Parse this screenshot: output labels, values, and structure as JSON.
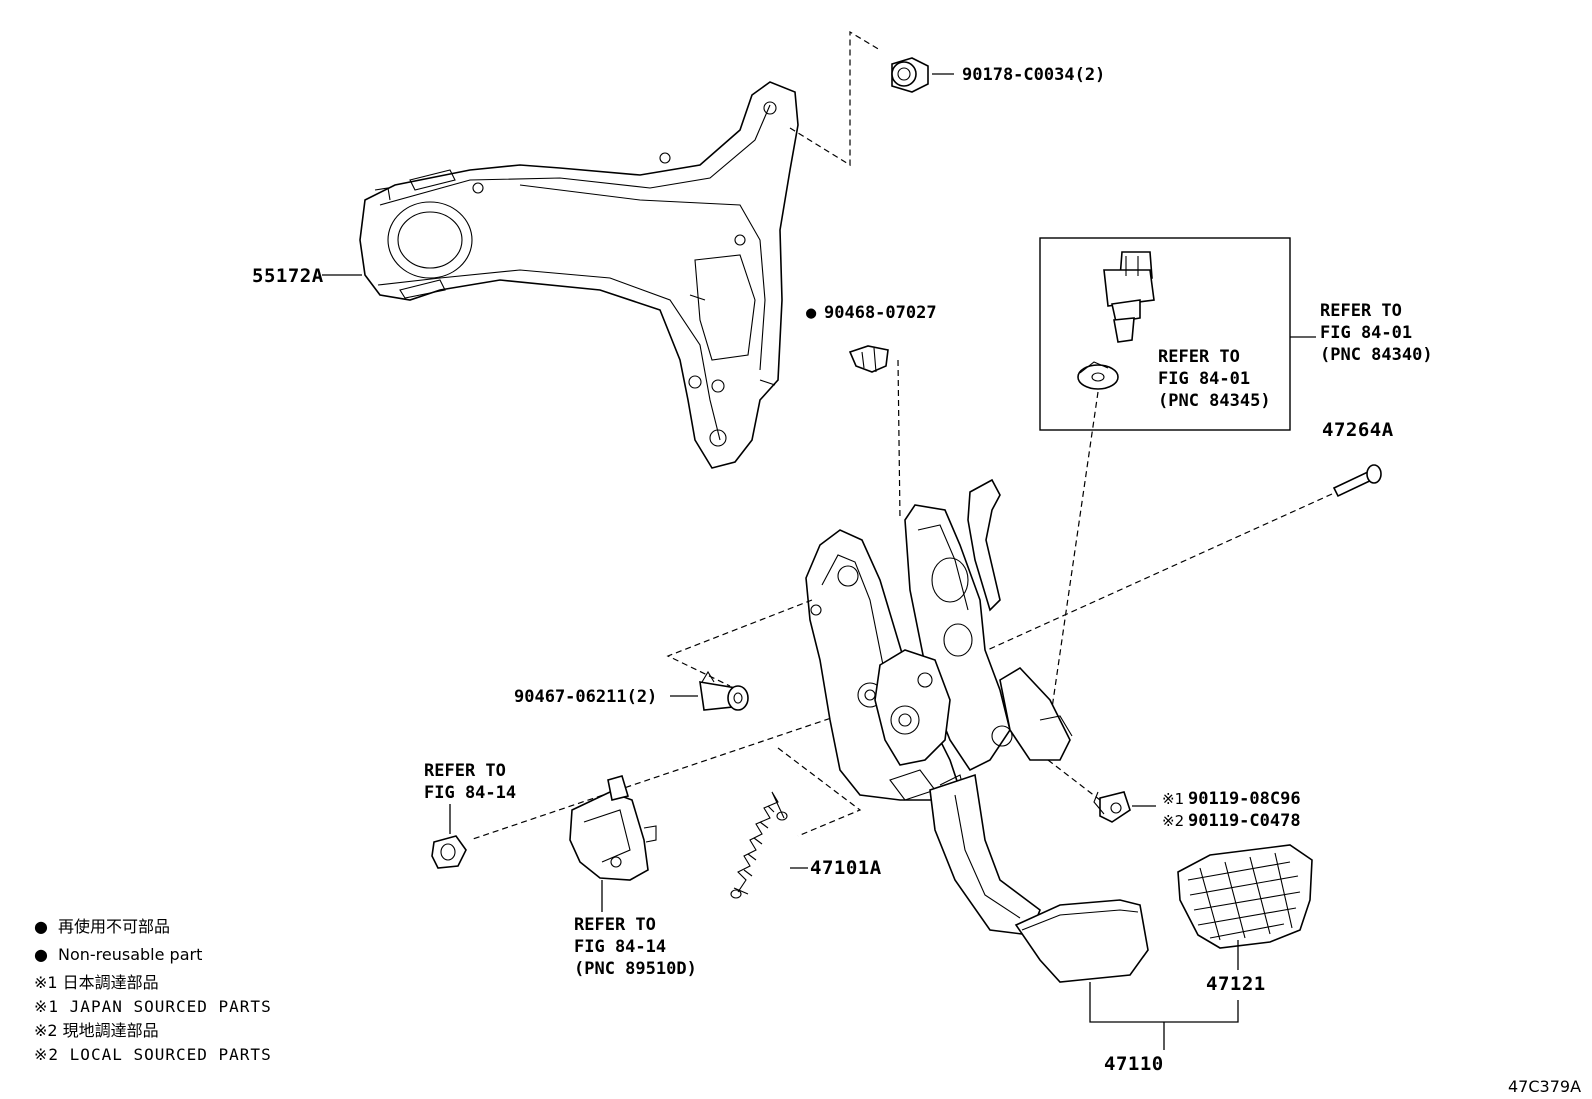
{
  "labels": {
    "p55172a": "55172A",
    "p90178": "90178-C0034(2)",
    "p90468": "90468-07027",
    "p47264a": "47264A",
    "p90467": "90467-06211(2)",
    "p47101a": "47101A",
    "p47121": "47121",
    "p47110": "47110",
    "p90119_a": "90119-08C96",
    "p90119_b": "90119-C0478",
    "mark1": "※1",
    "mark2": "※2",
    "non_reusable_mark": "●"
  },
  "refers": {
    "box_top": {
      "l1": "REFER TO",
      "l2": "FIG 84-01",
      "l3": "(PNC 84345)"
    },
    "right_top": {
      "l1": "REFER TO",
      "l2": "FIG 84-01",
      "l3": "(PNC 84340)"
    },
    "left_sensor": {
      "l1": "REFER TO",
      "l2": "FIG 84-14"
    },
    "bottom_sensor": {
      "l1": "REFER TO",
      "l2": "FIG 84-14",
      "l3": "(PNC 89510D)"
    }
  },
  "legend": {
    "bullet": "●",
    "jp_nonreusable": "再使用不可部品",
    "en_nonreusable": "Non-reusable part",
    "jp_japan": "※1 日本調達部品",
    "en_japan": "※1 JAPAN SOURCED PARTS",
    "jp_local": "※2 現地調達部品",
    "en_local": "※2 LOCAL SOURCED PARTS"
  },
  "figure_code": "47C379A"
}
